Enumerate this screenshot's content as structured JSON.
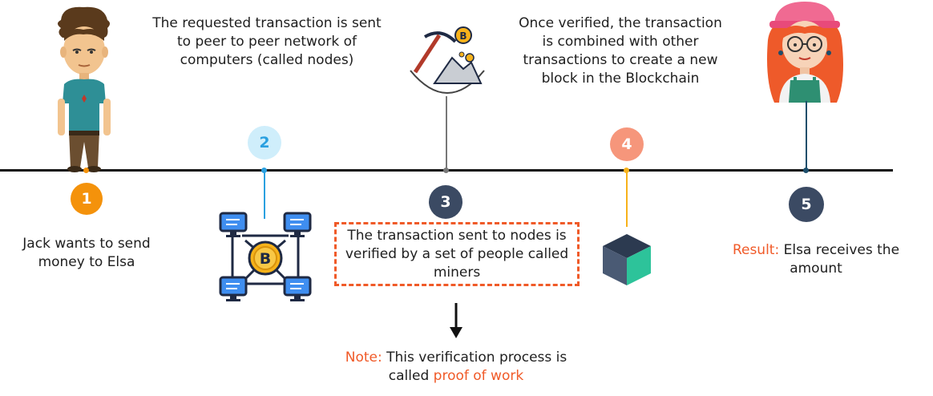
{
  "steps": [
    {
      "number": "1",
      "color": "#f4920b",
      "text": "Jack wants to send money to Elsa"
    },
    {
      "number": "2",
      "color": "#cfeefb",
      "text_color": "#2aa0e0",
      "text": "The requested transaction is sent to peer to peer network of computers (called nodes)"
    },
    {
      "number": "3",
      "color": "#3b4a63",
      "text": "The transaction sent to nodes is verified by a set of people called miners"
    },
    {
      "number": "4",
      "color": "#f6967b",
      "text": "Once verified, the transaction is combined with other transactions to create a new block in the Blockchain"
    },
    {
      "number": "5",
      "color": "#3b4a63",
      "result_label": "Result:",
      "text": "Elsa receives the amount"
    }
  ],
  "note": {
    "label": "Note:",
    "text_before": "This verification process is called",
    "highlight": "proof of work"
  },
  "colors": {
    "accent": "#f05a28",
    "timeline": "#111111",
    "line_step2": "#2aa0e0",
    "line_step3": "#777777",
    "line_step4": "#f7b21a",
    "line_step5": "#1d4e6b"
  },
  "icons": [
    "jack-character-icon",
    "node-network-icon",
    "mining-pickaxe-icon",
    "block-cube-icon",
    "elsa-character-icon",
    "bitcoin-icon"
  ]
}
